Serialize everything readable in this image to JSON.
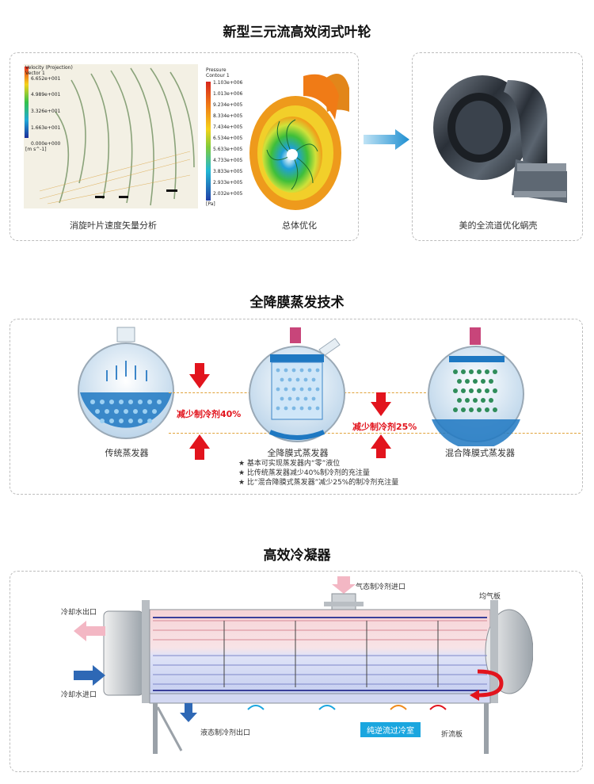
{
  "section1": {
    "title": "新型三元流高效闭式叶轮",
    "caption_left": "消旋叶片速度矢量分析",
    "caption_mid": "总体优化",
    "caption_right": "美的全流道优化蜗壳",
    "velocity_legend_title": "Velocity (Projection)",
    "velocity_legend_sub": "Vector 1",
    "velocity_values": [
      "6.652e+001",
      "4.989e+001",
      "3.326e+001",
      "1.663e+001",
      "0.000e+000"
    ],
    "velocity_unit": "[m s^-1]",
    "pressure_legend_title": "Pressure",
    "pressure_legend_sub": "Contour 1",
    "pressure_values": [
      "1.103e+006",
      "1.013e+006",
      "9.234e+005",
      "8.334e+005",
      "7.434e+005",
      "6.534e+005",
      "5.633e+005",
      "4.733e+005",
      "3.833e+005",
      "2.933e+005",
      "2.032e+005"
    ],
    "pressure_unit": "[Pa]"
  },
  "section2": {
    "title": "全降膜蒸发技术",
    "caption_left": "传统蒸发器",
    "caption_mid": "全降膜式蒸发器",
    "caption_right": "混合降膜式蒸发器",
    "reduce_40": "减少制冷剂40%",
    "reduce_25": "减少制冷剂25%",
    "notes": [
      "★ 基本可实现蒸发器内“零”液位",
      "★ 比传统蒸发器减少40%制冷剂的充注量",
      "★ 比“混合降膜式蒸发器”减少25%的制冷剂充注量"
    ]
  },
  "section3": {
    "title": "高效冷凝器",
    "gas_inlet": "气态制冷剂进口",
    "equalizer": "均气板",
    "cooling_out": "冷却水出口",
    "cooling_in": "冷却水进口",
    "liquid_outlet": "液态制冷剂出口",
    "counterflow": "纯逆流过冷室",
    "baffle": "折流板"
  },
  "colors": {
    "red": "#e2141d",
    "blue_arrow": "#2e68b5",
    "pink_arrow": "#f3b7c4",
    "cyan_tag": "#1aa6df"
  }
}
